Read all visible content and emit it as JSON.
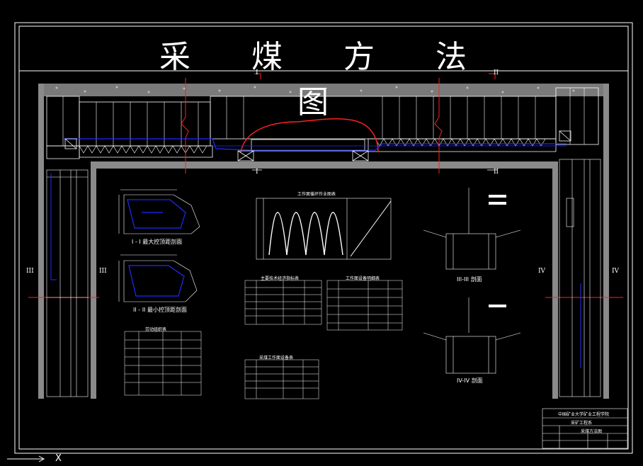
{
  "title": "采 煤 方 法 图",
  "sections": {
    "I": "I",
    "II": "II",
    "III": "III",
    "IV": "IV"
  },
  "captions": {
    "max_roof": "I - I 最大控顶距剖面",
    "min_roof": "II - II 最小控顶距剖面",
    "iii_section": "III-III 剖面",
    "iv_section": "IV-IV 剖面",
    "cycle_chart": "工作面循环作业图表",
    "table_a": "主要技术经济指标表",
    "table_b": "劳动组织表",
    "table_c": "工作面设备明细表",
    "table_d": "采煤工作面设备表"
  },
  "title_block": {
    "school": "中国矿业大学矿业工程学院",
    "dept": "采矿工程系",
    "drawing_name": "采煤方法图"
  },
  "axis_label": "X",
  "colors": {
    "bg": "#000000",
    "line": "#ffffff",
    "support": "#1f2bff",
    "cut": "#ff2020",
    "wall": "#8a8a8a"
  }
}
